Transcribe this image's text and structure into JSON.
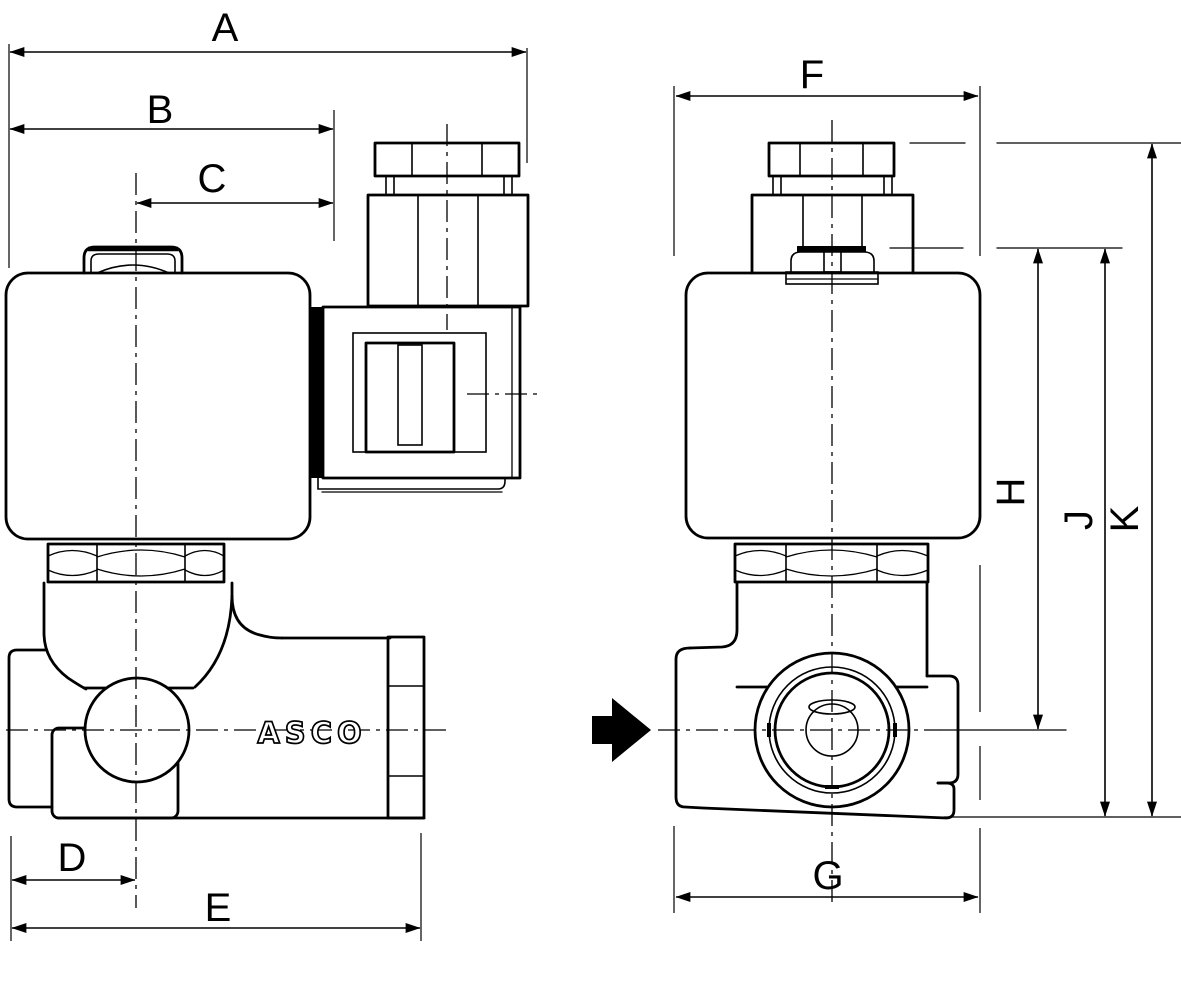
{
  "drawing": {
    "type": "solenoid-valve-dimensional-drawing",
    "logo": "ASCO",
    "line_color": "#000000",
    "background_color": "#ffffff",
    "dimensions": {
      "a": "A",
      "b": "B",
      "c": "C",
      "d": "D",
      "e": "E",
      "f": "F",
      "g": "G",
      "h": "H",
      "j": "J",
      "k": "K"
    }
  }
}
